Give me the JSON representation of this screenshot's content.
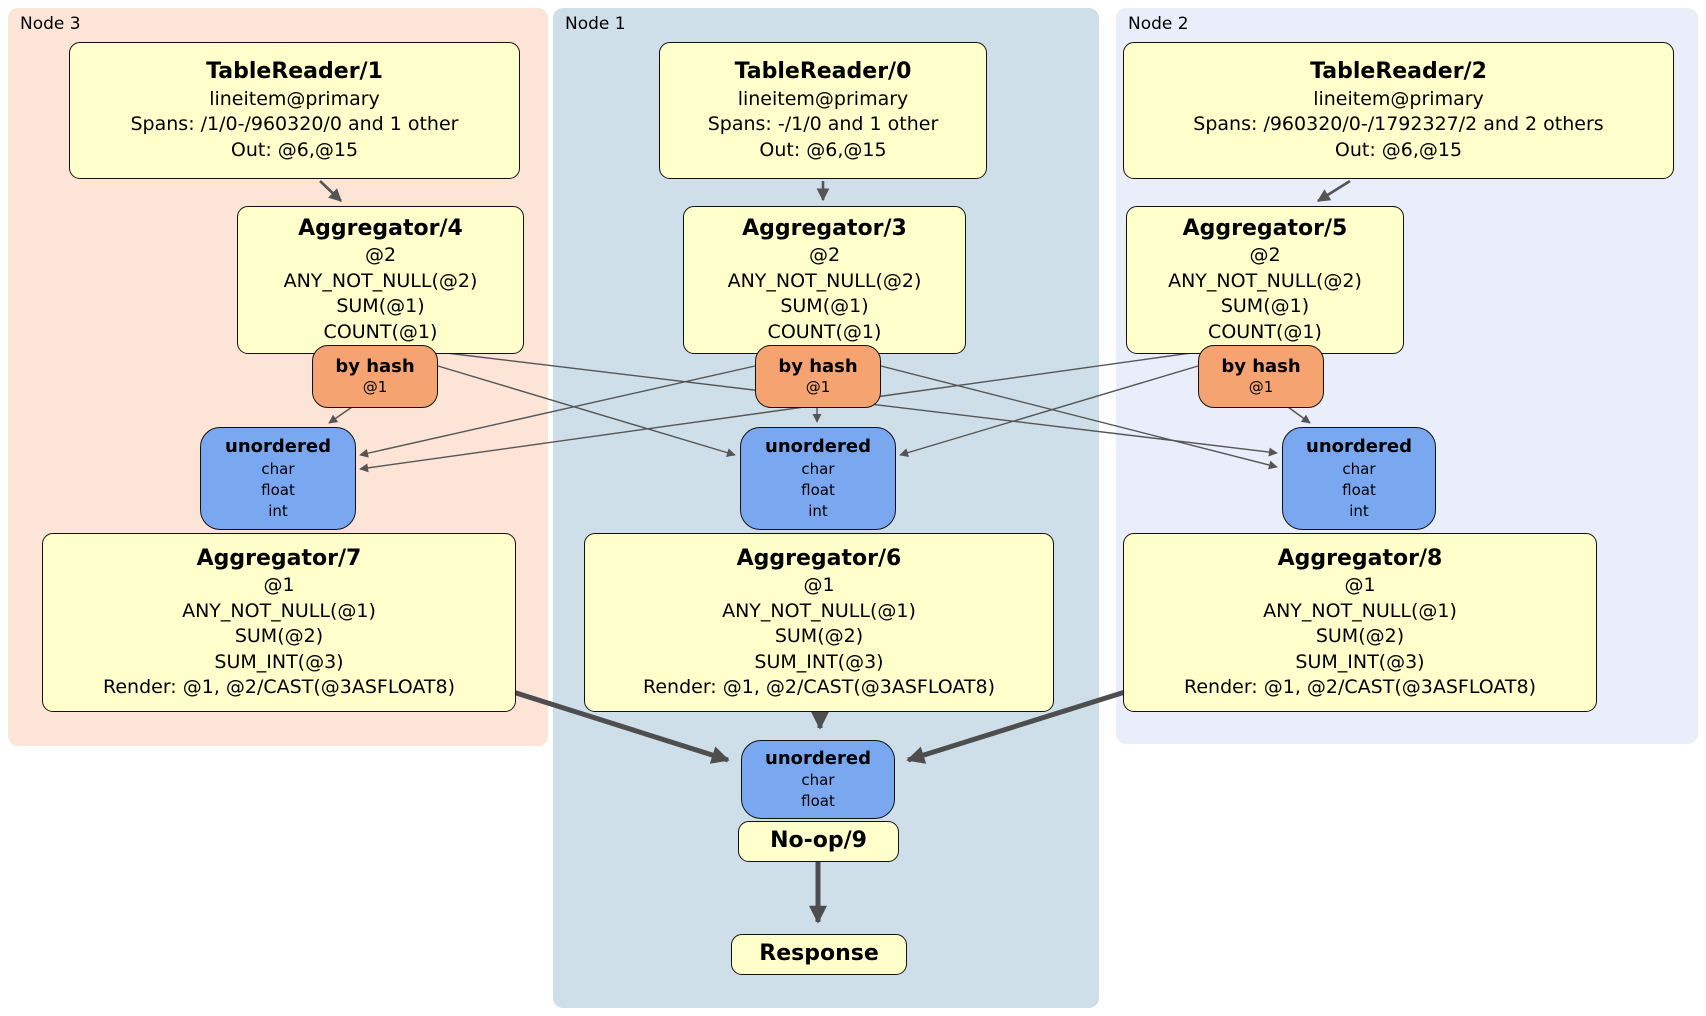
{
  "colors": {
    "node3_bg": "#fce4d6",
    "node1_bg": "#cfdfe9",
    "node2_bg": "#e9eefa",
    "box_bg": "#ffffcc",
    "router_bg": "#f5a471",
    "sync_bg": "#7aa8f0",
    "edge": "#555555",
    "edge_thick": "#4e4e4e"
  },
  "panels": [
    {
      "label": "Node 3"
    },
    {
      "label": "Node 1"
    },
    {
      "label": "Node 2"
    }
  ],
  "boxes": {
    "tr1": {
      "title": "TableReader/1",
      "lines": [
        "lineitem@primary",
        "Spans: /1/0-/960320/0 and 1 other",
        "Out: @6,@15"
      ]
    },
    "tr0": {
      "title": "TableReader/0",
      "lines": [
        "lineitem@primary",
        "Spans: -/1/0 and 1 other",
        "Out: @6,@15"
      ]
    },
    "tr2": {
      "title": "TableReader/2",
      "lines": [
        "lineitem@primary",
        "Spans: /960320/0-/1792327/2 and 2 others",
        "Out: @6,@15"
      ]
    },
    "agg4": {
      "title": "Aggregator/4",
      "lines": [
        "@2",
        "ANY_NOT_NULL(@2)",
        "SUM(@1)",
        "COUNT(@1)"
      ]
    },
    "agg3": {
      "title": "Aggregator/3",
      "lines": [
        "@2",
        "ANY_NOT_NULL(@2)",
        "SUM(@1)",
        "COUNT(@1)"
      ]
    },
    "agg5": {
      "title": "Aggregator/5",
      "lines": [
        "@2",
        "ANY_NOT_NULL(@2)",
        "SUM(@1)",
        "COUNT(@1)"
      ]
    },
    "router3": {
      "title": "by hash",
      "lines": [
        "@1"
      ]
    },
    "router1": {
      "title": "by hash",
      "lines": [
        "@1"
      ]
    },
    "router2": {
      "title": "by hash",
      "lines": [
        "@1"
      ]
    },
    "sync3": {
      "title": "unordered",
      "lines": [
        "char",
        "float",
        "int"
      ]
    },
    "sync1": {
      "title": "unordered",
      "lines": [
        "char",
        "float",
        "int"
      ]
    },
    "sync2": {
      "title": "unordered",
      "lines": [
        "char",
        "float",
        "int"
      ]
    },
    "agg7": {
      "title": "Aggregator/7",
      "lines": [
        "@1",
        "ANY_NOT_NULL(@1)",
        "SUM(@2)",
        "SUM_INT(@3)",
        "Render: @1, @2/CAST(@3ASFLOAT8)"
      ]
    },
    "agg6": {
      "title": "Aggregator/6",
      "lines": [
        "@1",
        "ANY_NOT_NULL(@1)",
        "SUM(@2)",
        "SUM_INT(@3)",
        "Render: @1, @2/CAST(@3ASFLOAT8)"
      ]
    },
    "agg8": {
      "title": "Aggregator/8",
      "lines": [
        "@1",
        "ANY_NOT_NULL(@1)",
        "SUM(@2)",
        "SUM_INT(@3)",
        "Render: @1, @2/CAST(@3ASFLOAT8)"
      ]
    },
    "syncF": {
      "title": "unordered",
      "lines": [
        "char",
        "float"
      ]
    },
    "noop": {
      "title": "No-op/9",
      "lines": []
    },
    "response": {
      "title": "Response",
      "lines": []
    }
  }
}
